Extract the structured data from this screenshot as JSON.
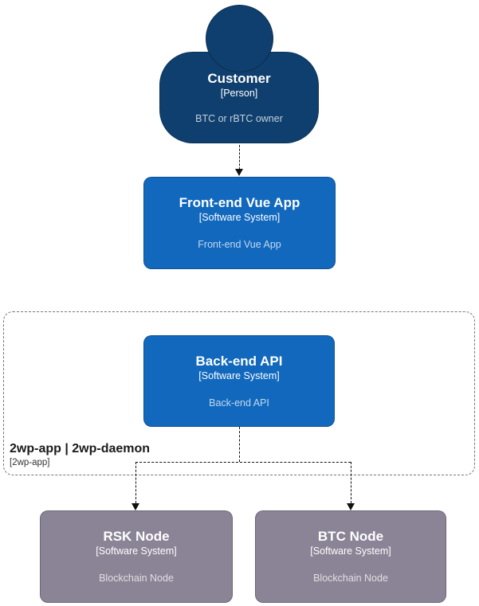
{
  "colors": {
    "person_fill": "#0f3f6e",
    "system_fill": "#1168bd",
    "external_fill": "#8b8496",
    "connector": "#111111",
    "boundary_border": "#767676",
    "boundary_text": "#1a1a1a"
  },
  "nodes": {
    "customer": {
      "name": "Customer",
      "type": "[Person]",
      "description": "BTC or rBTC owner"
    },
    "frontend": {
      "name": "Front-end Vue App",
      "type": "[Software System]",
      "description": "Front-end Vue App"
    },
    "backend": {
      "name": "Back-end API",
      "type": "[Software System]",
      "description": "Back-end API"
    },
    "rsk_node": {
      "name": "RSK Node",
      "type": "[Software System]",
      "description": "Blockchain Node"
    },
    "btc_node": {
      "name": "BTC Node",
      "type": "[Software System]",
      "description": "Blockchain Node"
    }
  },
  "boundary": {
    "title": "2wp-app | 2wp-daemon",
    "subtitle": "[2wp-app]"
  }
}
